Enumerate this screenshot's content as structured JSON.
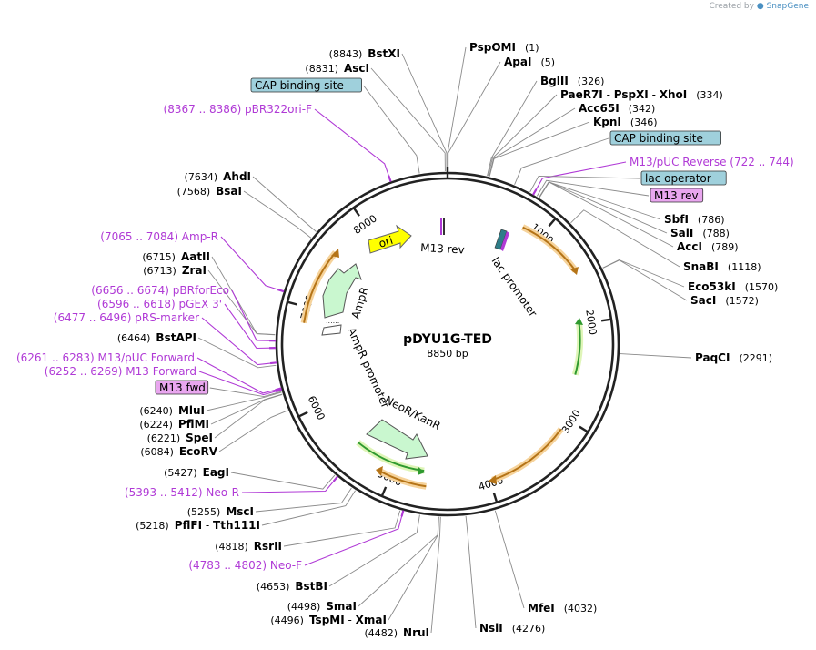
{
  "credit": {
    "prefix": "Created by",
    "brand": "SnapGene"
  },
  "plasmid": {
    "name": "pDYU1G-TED",
    "length": "8850 bp"
  },
  "colors": {
    "primer": "#b03ad6",
    "feature_box": "#9fd0dc",
    "primer_box": "#e9a6ef",
    "arrow_fill": "#c9f7cf",
    "ori": "#ffff00",
    "orange": "#f0a43a",
    "green": "#2f9a2f",
    "backbone": "#222222"
  },
  "ticks": [
    "1000",
    "2000",
    "3000",
    "4000",
    "5000",
    "6000",
    "7000",
    "8000"
  ],
  "features": [
    {
      "name": "ori",
      "label": "ori"
    },
    {
      "name": "m13-rev",
      "label": "M13 rev"
    },
    {
      "name": "lac-promoter",
      "label": "lac promoter"
    },
    {
      "name": "ampr",
      "label": "AmpR"
    },
    {
      "name": "ampr-promoter",
      "label": "AmpR promoter"
    },
    {
      "name": "neor-kanr",
      "label": "NeoR/KanR"
    }
  ],
  "labels": [
    {
      "name": "bstxi",
      "pos": "(8843)",
      "enz": "BstXI",
      "type": "enz"
    },
    {
      "name": "asci",
      "pos": "(8831)",
      "enz": "AscI",
      "type": "enz"
    },
    {
      "name": "cap-left",
      "text": "CAP binding site",
      "type": "fbox"
    },
    {
      "name": "pbr322ori-f",
      "text": "(8367 .. 8386)  pBR322ori-F",
      "type": "primer"
    },
    {
      "name": "ahdi",
      "pos": "(7634)",
      "enz": "AhdI",
      "type": "enz"
    },
    {
      "name": "bsai",
      "pos": "(7568)",
      "enz": "BsaI",
      "type": "enz"
    },
    {
      "name": "amp-r",
      "text": "(7065 .. 7084)  Amp-R",
      "type": "primer"
    },
    {
      "name": "aatii",
      "pos": "(6715)",
      "enz": "AatII",
      "type": "enz"
    },
    {
      "name": "zrai",
      "pos": "(6713)",
      "enz": "ZraI",
      "type": "enz"
    },
    {
      "name": "pbrforeco",
      "text": "(6656 .. 6674)  pBRforEco",
      "type": "primer"
    },
    {
      "name": "pgex3",
      "text": "(6596 .. 6618)  pGEX 3'",
      "type": "primer"
    },
    {
      "name": "prs-marker",
      "text": "(6477 .. 6496)  pRS-marker",
      "type": "primer"
    },
    {
      "name": "bstapi",
      "pos": "(6464)",
      "enz": "BstAPI",
      "type": "enz"
    },
    {
      "name": "m13puc-fwd",
      "text": "(6261 .. 6283)  M13/pUC Forward",
      "type": "primer"
    },
    {
      "name": "m13-forward",
      "text": "(6252 .. 6269)  M13 Forward",
      "type": "primer"
    },
    {
      "name": "m13fwd-box",
      "text": "M13 fwd",
      "type": "pbox"
    },
    {
      "name": "mlui",
      "pos": "(6240)",
      "enz": "MluI",
      "type": "enz"
    },
    {
      "name": "pflmi",
      "pos": "(6224)",
      "enz": "PflMI",
      "type": "enz"
    },
    {
      "name": "spei",
      "pos": "(6221)",
      "enz": "SpeI",
      "type": "enz"
    },
    {
      "name": "ecorv",
      "pos": "(6084)",
      "enz": "EcoRV",
      "type": "enz"
    },
    {
      "name": "eagi",
      "pos": "(5427)",
      "enz": "EagI",
      "type": "enz"
    },
    {
      "name": "neo-r",
      "text": "(5393 .. 5412)  Neo-R",
      "type": "primer"
    },
    {
      "name": "msci",
      "pos": "(5255)",
      "enz": "MscI",
      "type": "enz"
    },
    {
      "name": "pflfi",
      "pos": "(5218)",
      "enz": "PflFI",
      "sep": " - ",
      "enz2": "Tth111I",
      "type": "enz2"
    },
    {
      "name": "rsrii",
      "pos": "(4818)",
      "enz": "RsrII",
      "type": "enz"
    },
    {
      "name": "neo-f",
      "text": "(4783 .. 4802)  Neo-F",
      "type": "primer"
    },
    {
      "name": "bstbi",
      "pos": "(4653)",
      "enz": "BstBI",
      "type": "enz"
    },
    {
      "name": "smai",
      "pos": "(4498)",
      "enz": "SmaI",
      "type": "enz"
    },
    {
      "name": "tspmi",
      "pos": "(4496)",
      "enz": "TspMI",
      "sep": " - ",
      "enz2": "XmaI",
      "type": "enz2"
    },
    {
      "name": "nrui",
      "pos": "(4482)",
      "enz": "NruI",
      "type": "enz"
    },
    {
      "name": "nsii",
      "enz": "NsiI",
      "pos": "(4276)",
      "type": "enzR"
    },
    {
      "name": "mfei",
      "enz": "MfeI",
      "pos": "(4032)",
      "type": "enzR"
    },
    {
      "name": "pspomi",
      "enz": "PspOMI",
      "pos": "(1)",
      "type": "enzR"
    },
    {
      "name": "apai",
      "enz": "ApaI",
      "pos": "(5)",
      "type": "enzR"
    },
    {
      "name": "bglii",
      "enz": "BglII",
      "pos": "(326)",
      "type": "enzR"
    },
    {
      "name": "paer7i",
      "enz": "PaeR7I",
      "sep": " - ",
      "enz2": "PspXI",
      "sep2": " - ",
      "enz3": "XhoI",
      "pos": "(334)",
      "type": "enz3R"
    },
    {
      "name": "acc65i",
      "enz": "Acc65I",
      "pos": "(342)",
      "type": "enzR"
    },
    {
      "name": "kpni",
      "enz": "KpnI",
      "pos": "(346)",
      "type": "enzR"
    },
    {
      "name": "cap-right",
      "text": "CAP binding site",
      "type": "fbox"
    },
    {
      "name": "m13puc-reverse",
      "text": "M13/pUC Reverse  (722 .. 744)",
      "type": "primer"
    },
    {
      "name": "lac-operator",
      "text": "lac operator",
      "type": "fbox"
    },
    {
      "name": "m13rev-box",
      "text": "M13 rev",
      "type": "pbox"
    },
    {
      "name": "sbfi",
      "enz": "SbfI",
      "pos": "(786)",
      "type": "enzR"
    },
    {
      "name": "sali",
      "enz": "SalI",
      "pos": "(788)",
      "type": "enzR"
    },
    {
      "name": "acci",
      "enz": "AccI",
      "pos": "(789)",
      "type": "enzR"
    },
    {
      "name": "snabi",
      "enz": "SnaBI",
      "pos": "(1118)",
      "type": "enzR"
    },
    {
      "name": "eco53ki",
      "enz": "Eco53kI",
      "pos": "(1570)",
      "type": "enzR"
    },
    {
      "name": "saci",
      "enz": "SacI",
      "pos": "(1572)",
      "type": "enzR"
    },
    {
      "name": "paqci",
      "enz": "PaqCI",
      "pos": "(2291)",
      "type": "enzR"
    }
  ]
}
